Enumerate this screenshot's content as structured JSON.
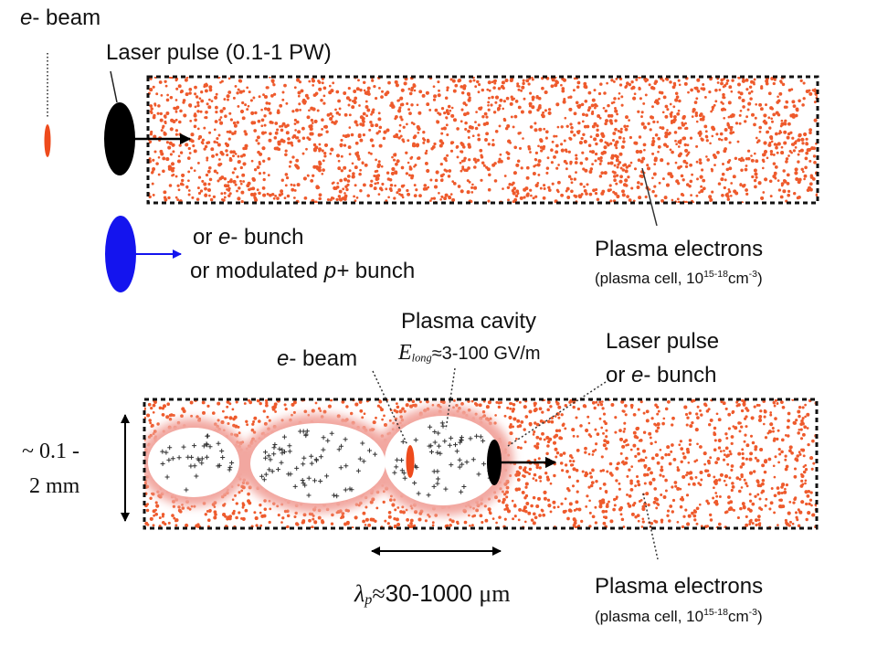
{
  "colors": {
    "plasma_dot": "#ee5a2c",
    "halo": "#f2a7a0",
    "laser_pulse": "#000000",
    "e_beam": "#ee4a1c",
    "e_bunch": "#1414ee",
    "text": "#111111"
  },
  "top_panel": {
    "e_beam_prefix": "e",
    "e_beam_suffix": "- beam",
    "laser_label": "Laser pulse (0.1-1 PW)",
    "bunch_line1_prefix": "or ",
    "bunch_line1_em": "e",
    "bunch_line1_suffix": "- bunch",
    "bunch_line2_prefix": "or modulated ",
    "bunch_line2_em": "p+",
    "bunch_line2_suffix": " bunch",
    "plasma_title": "Plasma electrons",
    "plasma_sub_prefix": "(plasma cell, 10",
    "plasma_sub_exp": "15-18",
    "plasma_sub_unit": "cm",
    "plasma_sub_unit_exp": "-3",
    "plasma_sub_close": ")"
  },
  "bottom_panel": {
    "cavity_title": "Plasma cavity",
    "field_symbol": "E",
    "field_sub": "long",
    "field_value": "≈3-100 GV/m",
    "e_beam_prefix": "e",
    "e_beam_suffix": "- beam",
    "driver_line1": "Laser pulse",
    "driver_line2_prefix": "or ",
    "driver_line2_em": "e",
    "driver_line2_suffix": "- bunch",
    "size_line1": "~ 0.1 -",
    "size_line2": "2 mm",
    "wavelength_symbol": "λ",
    "wavelength_sub": "p",
    "wavelength_approx": "≈",
    "wavelength_value": "30-1000 ",
    "wavelength_unit": "μm",
    "plasma_title": "Plasma electrons",
    "plasma_sub_prefix": "(plasma cell, 10",
    "plasma_sub_exp": "15-18",
    "plasma_sub_unit": "cm",
    "plasma_sub_unit_exp": "-3",
    "plasma_sub_close": ")"
  }
}
